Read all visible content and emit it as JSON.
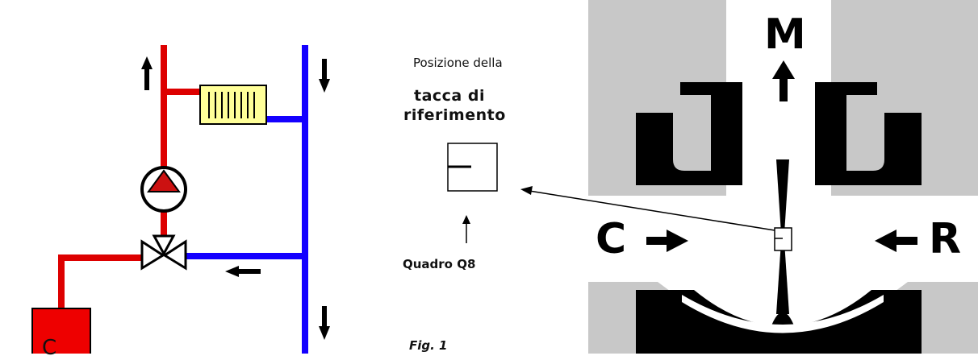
{
  "labels": {
    "position_of": "Posizione della",
    "notch": "tacca  di",
    "reference": "riferimento",
    "panel": "Quadro Q8",
    "figure": "Fig. 1",
    "port_mixed": "M",
    "port_hot": "C",
    "port_return": "R",
    "boiler": "C"
  },
  "colors": {
    "supply_pipe": "#dd0000",
    "return_pipe": "#1400ff",
    "radiator_fill": "#ffff99",
    "pump_triangle": "#cc1111",
    "valve_body": "#000000",
    "valve_section_bg": "#c8c8c8"
  },
  "icons": [
    "radiator-icon",
    "pump-icon",
    "three-way-valve-icon",
    "boiler-icon",
    "flow-arrow-icon",
    "reference-notch-icon"
  ]
}
